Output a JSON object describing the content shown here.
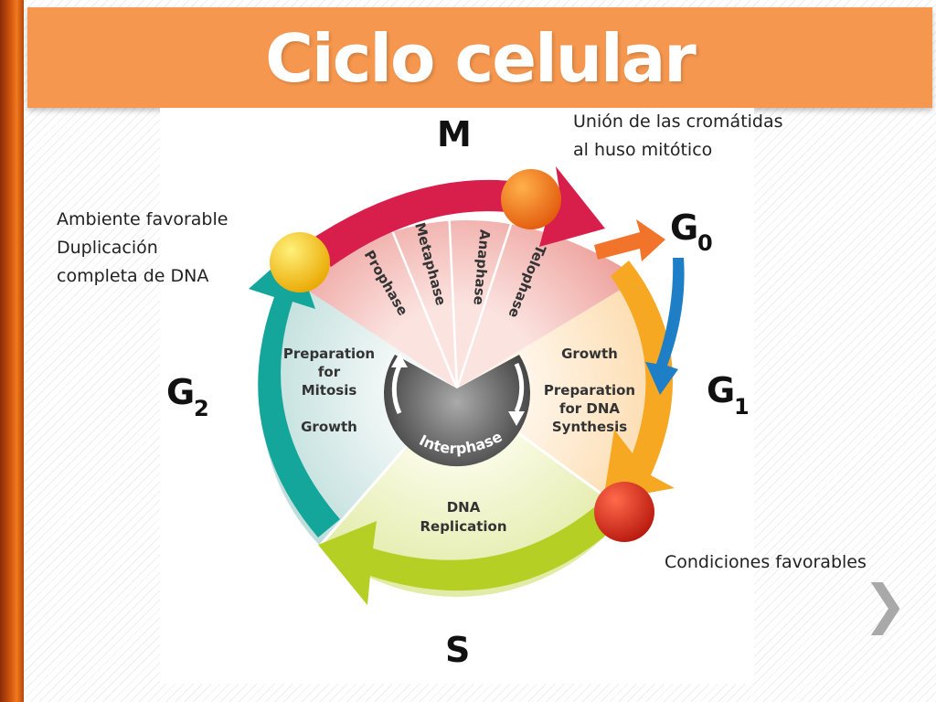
{
  "slide": {
    "title": "Ciclo celular"
  },
  "phases": {
    "M": "M",
    "G0": "G",
    "G0_sub": "0",
    "G1": "G",
    "G1_sub": "1",
    "G2": "G",
    "G2_sub": "2",
    "S": "S"
  },
  "mitosis_stages": [
    "Prophase",
    "Metaphase",
    "Anaphase",
    "Telophase"
  ],
  "sectors": {
    "g2_line1": "Preparation",
    "g2_line2": "for",
    "g2_line3": "Mitosis",
    "g2_growth": "Growth",
    "g1_growth": "Growth",
    "g1_line1": "Preparation",
    "g1_line2": "for DNA",
    "g1_line3": "Synthesis",
    "s_line1": "DNA",
    "s_line2": "Replication",
    "center": "Interphase"
  },
  "notes": {
    "top_right_1": "Unión de las cromátidas",
    "top_right_2": "al huso mitótico",
    "left_1": "Ambiente favorable",
    "left_2": "Duplicación",
    "left_3": "completa de DNA",
    "bottom_right": "Condiciones favorables"
  },
  "colors": {
    "banner": "#f5974f",
    "m_arrow": "#d81f4c",
    "g1_arrow": "#f7a823",
    "s_arrow": "#b5cf25",
    "g2_arrow": "#14a69a",
    "g0_arrow": "#f2732a",
    "g0_down_arrow": "#1f7fc6",
    "checkpoint_yellow": "#f9c80e",
    "checkpoint_orange": "#f26a1b",
    "checkpoint_red": "#d9291c"
  },
  "navigation": {
    "next_icon": "chevron-right-icon"
  }
}
